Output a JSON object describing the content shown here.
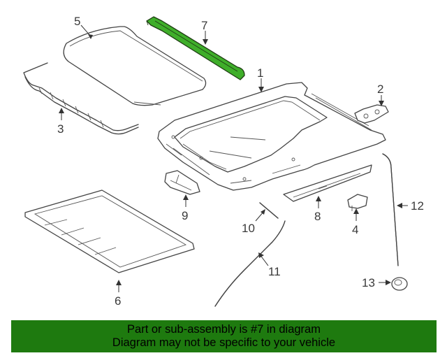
{
  "parts": {
    "p1": "1",
    "p2": "2",
    "p3": "3",
    "p4": "4",
    "p5": "5",
    "p6": "6",
    "p7": "7",
    "p8": "8",
    "p9": "9",
    "p10": "10",
    "p11": "11",
    "p12": "12",
    "p13": "13"
  },
  "highlight_color": "#3fae2a",
  "banner": {
    "line1": "Part or sub-assembly is #7 in diagram",
    "line2": "Diagram may not be specific to your vehicle",
    "color": "#1e7a0f"
  }
}
